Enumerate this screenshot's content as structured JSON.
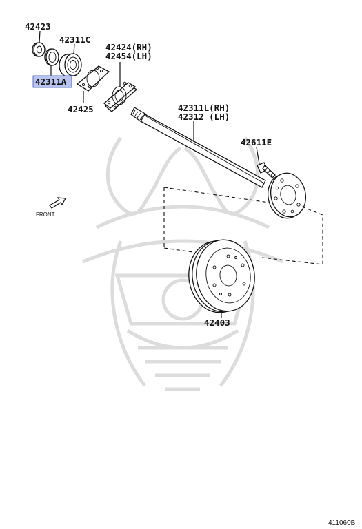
{
  "labels": {
    "p42423": "42423",
    "p42311c": "42311C",
    "p42311a": "42311A",
    "p42425": "42425",
    "p42424": "42424(RH)",
    "p42454": "42454(LH)",
    "p42311l": "42311L(RH)",
    "p42312": "42312  (LH)",
    "p42611e": "42611E",
    "p42403": "42403"
  },
  "front_label": "FRONT",
  "diagram_code": "411060B",
  "highlighted_part": "42311A",
  "colors": {
    "highlight_fill": "#b9c4ee",
    "highlight_border": "#5a6fc4",
    "ink": "#111111",
    "watermark": "#dcdcdc"
  }
}
